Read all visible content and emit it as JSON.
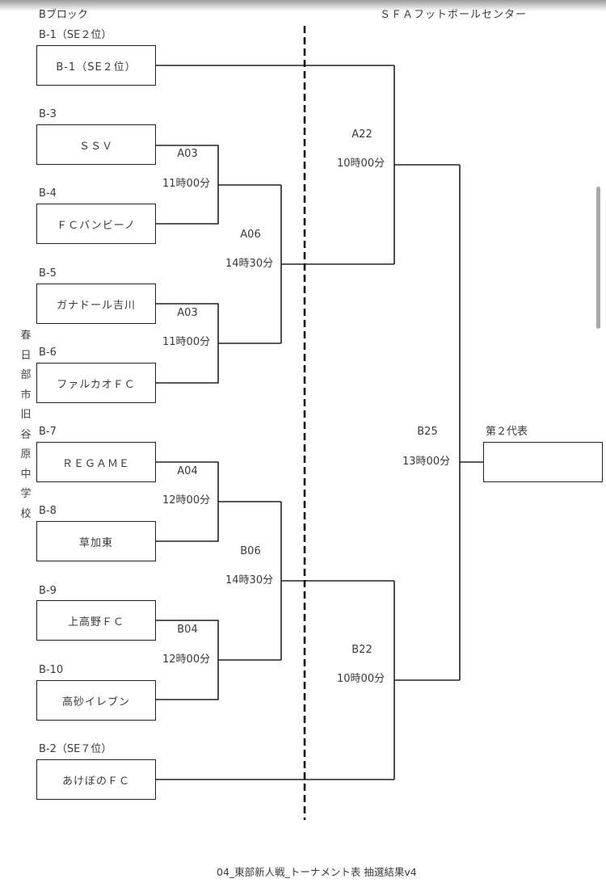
{
  "header": {
    "block_label": "Bブロック",
    "venue": "ＳＦＡフットボールセンター"
  },
  "school_vertical": "春日部市旧谷原中学校",
  "slots": [
    {
      "slot": "B-1（SE２位）",
      "team": "B-1（SE２位）"
    },
    {
      "slot": "B-3",
      "team": "ＳＳＶ"
    },
    {
      "slot": "B-4",
      "team": "ＦＣバンビーノ"
    },
    {
      "slot": "B-5",
      "team": "ガナドール吉川"
    },
    {
      "slot": "B-6",
      "team": "ファルカオＦＣ"
    },
    {
      "slot": "B-7",
      "team": "ＲＥＧＡＭＥ"
    },
    {
      "slot": "B-8",
      "team": "草加東"
    },
    {
      "slot": "B-9",
      "team": "上高野ＦＣ"
    },
    {
      "slot": "B-10",
      "team": "高砂イレブン"
    },
    {
      "slot": "B-2（SE７位）",
      "team": "あけぼのＦＣ"
    }
  ],
  "matches": [
    {
      "code": "A03",
      "time": "11時00分"
    },
    {
      "code": "A03",
      "time": "11時00分"
    },
    {
      "code": "A04",
      "time": "12時00分"
    },
    {
      "code": "B04",
      "time": "12時00分"
    },
    {
      "code": "A06",
      "time": "14時30分"
    },
    {
      "code": "B06",
      "time": "14時30分"
    },
    {
      "code": "A22",
      "time": "10時00分"
    },
    {
      "code": "B22",
      "time": "10時00分"
    },
    {
      "code": "B25",
      "time": "13時00分"
    }
  ],
  "winner": {
    "label": "第２代表",
    "team": ""
  },
  "footer": "04_東部新人戦_トーナメント表 抽選結果v4"
}
